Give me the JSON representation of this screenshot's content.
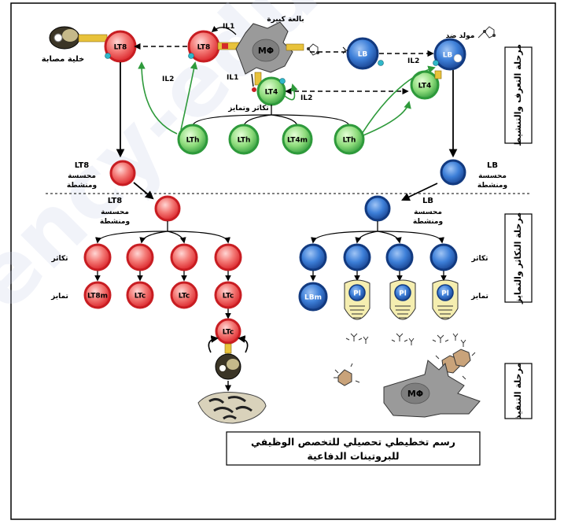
{
  "labels": {
    "infected_cell": "خلية مصابة",
    "macrophage": "بالعة كبيرة",
    "antigen": "مولد ضد",
    "il1_top": "IL1",
    "il1_mid": "IL1",
    "il2_left": "IL2",
    "il2_mid": "IL2",
    "il2_right": "IL2",
    "prolif_diff": "تكاثر وتمايز",
    "activated": "محسسة",
    "activated2": "ومنشطة",
    "proliferation": "تكاثر",
    "differentiation": "تمايز",
    "mphi": "MΦ"
  },
  "cells": {
    "lt8": "LT8",
    "lb": "LB",
    "lt4": "LT4",
    "lth": "LTh",
    "lt4m": "LT4m",
    "lt8m": "LT8m",
    "ltc": "LTc",
    "lbm": "LBm",
    "pl": "Pl"
  },
  "phases": {
    "recognition": "مرحلة التعرف والتنشيط",
    "multiplication": "مرحلة التكاثر والتمايز",
    "execution": "مرحلة التنفيذ"
  },
  "caption": {
    "line1": "رسم تخطيطي تحصيلي للتخصص الوظيفي",
    "line2": "للبروتينات الدفاعية"
  },
  "watermark": "ency-edu",
  "colors": {
    "red": "#e8262b",
    "pink": "#f4a6a3",
    "blue": "#1f5fb8",
    "blue_light": "#4d8ee0",
    "green": "#3bb54a",
    "green_light": "#9be08a",
    "yellow": "#f5eeb0",
    "gray": "#9a9a9a"
  }
}
